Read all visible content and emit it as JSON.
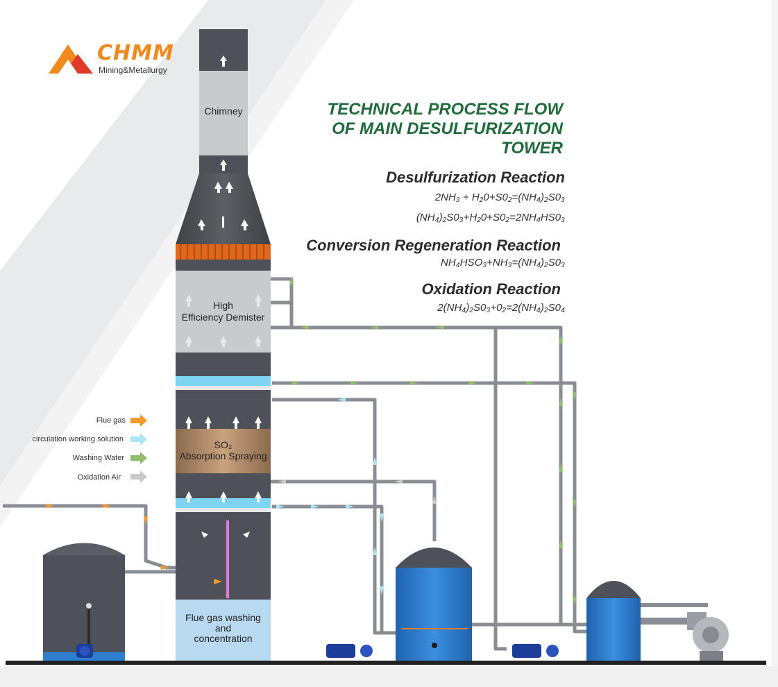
{
  "logo": {
    "brand": "CHMM",
    "subtitle": "Mining&Metallurgy",
    "colors": {
      "orange": "#f08a1c",
      "red": "#e03a2a"
    }
  },
  "title": {
    "line1": "TECHNICAL PROCESS FLOW",
    "line2": "OF MAIN DESULFURIZATION",
    "line3": "TOWER",
    "color": "#1f6b3a"
  },
  "reactions": [
    {
      "heading": "Desulfurization Reaction",
      "equations": [
        "2NH₃ + H₂0+S0₂=(NH₄)₂S0₃",
        "(NH₄)₂S0₃+H₂0+S0₂=2NH₄HS0₃"
      ]
    },
    {
      "heading": "Conversion Regeneration Reaction",
      "equations": [
        "NH₄HSO₃+NH₃=(NH₄)₂S0₃"
      ]
    },
    {
      "heading": "Oxidation Reaction",
      "equations": [
        "2(NH₄)₂S0₃+0₂=2(NH₄)₂S0₄"
      ]
    }
  ],
  "tower": {
    "chimney": "Chimney",
    "demister_line1": "High",
    "demister_line2": "Efficiency Demister",
    "absorption_line1": "SO₂",
    "absorption_line2": "Absorption Spraying",
    "washing_line1": "Flue gas washing",
    "washing_line2": "and",
    "washing_line3": "concentration"
  },
  "legend": [
    {
      "label": "Flue gas",
      "color": "#f39a2b"
    },
    {
      "label": "circulation working solution",
      "color": "#a8e6f8"
    },
    {
      "label": "Washing Water",
      "color": "#8fbf6a"
    },
    {
      "label": "Oxidation Air",
      "color": "#c8c8c8"
    }
  ],
  "colors": {
    "tower_gray": "#4e5258",
    "pipe": "#8a8e94",
    "tank_blue": "#2f7fd0",
    "ground": "#222222"
  }
}
